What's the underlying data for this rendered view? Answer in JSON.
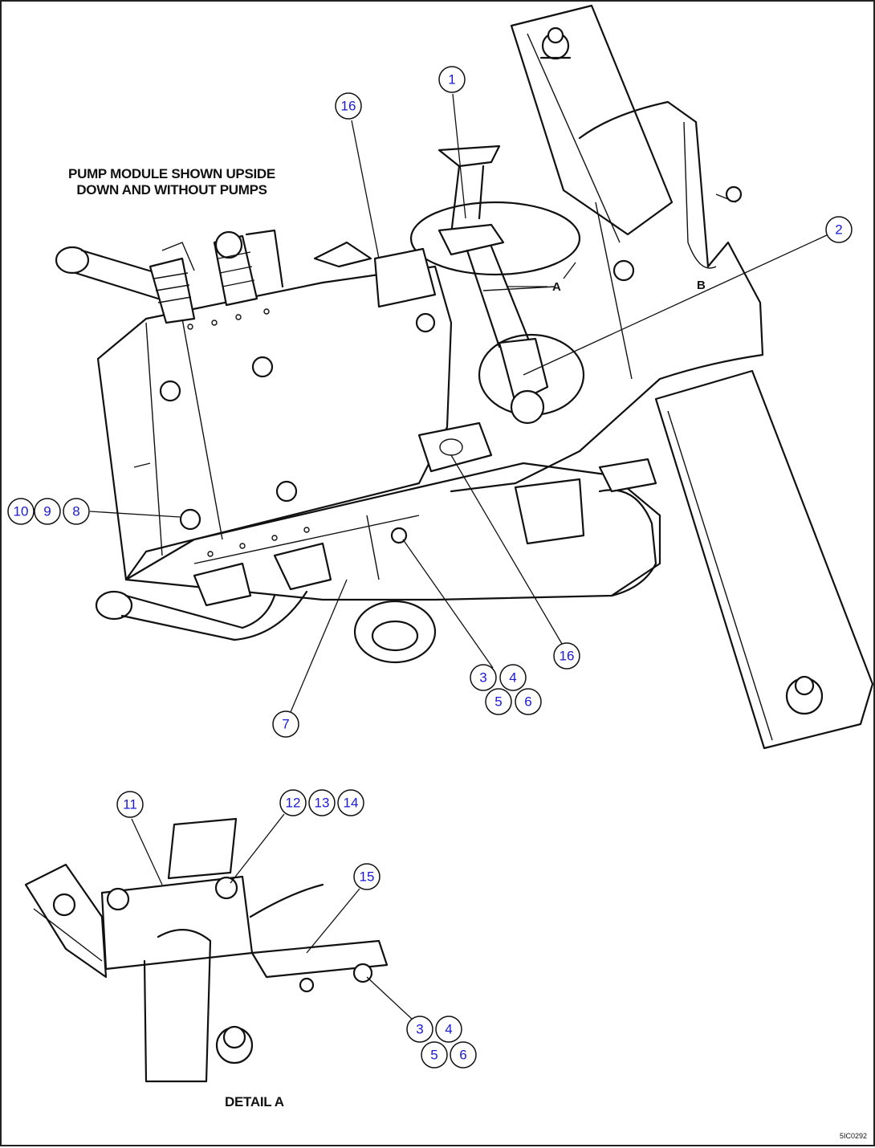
{
  "notes": {
    "module_line1": "PUMP MODULE SHOWN UPSIDE",
    "module_line2": "DOWN AND WITHOUT PUMPS",
    "detail_title": "DETAIL A",
    "view_a": "A",
    "view_b": "B",
    "drawing_number": "5IC0292"
  },
  "callouts": {
    "main": [
      {
        "id": "b1",
        "label": "1"
      },
      {
        "id": "b16a",
        "label": "16"
      },
      {
        "id": "b2",
        "label": "2"
      },
      {
        "id": "b10",
        "label": "10"
      },
      {
        "id": "b9",
        "label": "9"
      },
      {
        "id": "b8",
        "label": "8"
      },
      {
        "id": "b3",
        "label": "3"
      },
      {
        "id": "b4",
        "label": "4"
      },
      {
        "id": "b5",
        "label": "5"
      },
      {
        "id": "b6",
        "label": "6"
      },
      {
        "id": "b16b",
        "label": "16"
      },
      {
        "id": "b7",
        "label": "7"
      }
    ],
    "detail": [
      {
        "id": "d11",
        "label": "11"
      },
      {
        "id": "d12",
        "label": "12"
      },
      {
        "id": "d13",
        "label": "13"
      },
      {
        "id": "d14",
        "label": "14"
      },
      {
        "id": "d15",
        "label": "15"
      },
      {
        "id": "d3",
        "label": "3"
      },
      {
        "id": "d4",
        "label": "4"
      },
      {
        "id": "d5",
        "label": "5"
      },
      {
        "id": "d6",
        "label": "6"
      }
    ]
  }
}
